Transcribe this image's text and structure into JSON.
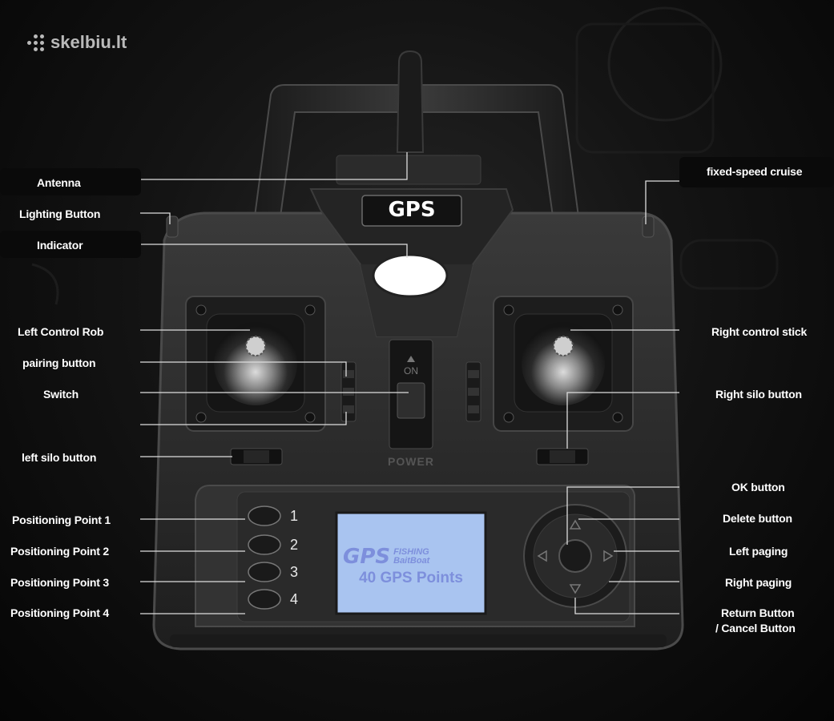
{
  "watermark": "skelbiu.lt",
  "device": {
    "badge": "GPS",
    "on_label": "ON",
    "power_label": "POWER",
    "screen_line1": "GPS",
    "screen_line1_small_top": "FISHING",
    "screen_line1_small_bottom": "BaitBoat",
    "screen_line2": "40 GPS Points",
    "positions": [
      "1",
      "2",
      "3",
      "4"
    ]
  },
  "labels_left": {
    "antenna": "Antenna",
    "lighting": "Lighting Button",
    "indicator": "Indicator",
    "left_stick": "Left Control Rob",
    "pairing": "pairing button",
    "switch": "Switch",
    "left_silo": "left silo button",
    "pos1": "Positioning Point 1",
    "pos2": "Positioning Point 2",
    "pos3": "Positioning Point 3",
    "pos4": "Positioning Point 4"
  },
  "labels_right": {
    "cruise": "fixed-speed cruise",
    "right_stick": "Right control stick",
    "right_silo": "Right silo button",
    "ok": "OK button",
    "delete": "Delete button",
    "left_paging": "Left paging",
    "right_paging": "Right paging",
    "return_line1": "Return Button",
    "return_line2": "/ Cancel Button"
  },
  "colors": {
    "background": "#111111",
    "body": "#2a2a2a",
    "screen": "#a9c4f0",
    "screen_text": "#7d8fdc",
    "leader": "#dddddd"
  }
}
